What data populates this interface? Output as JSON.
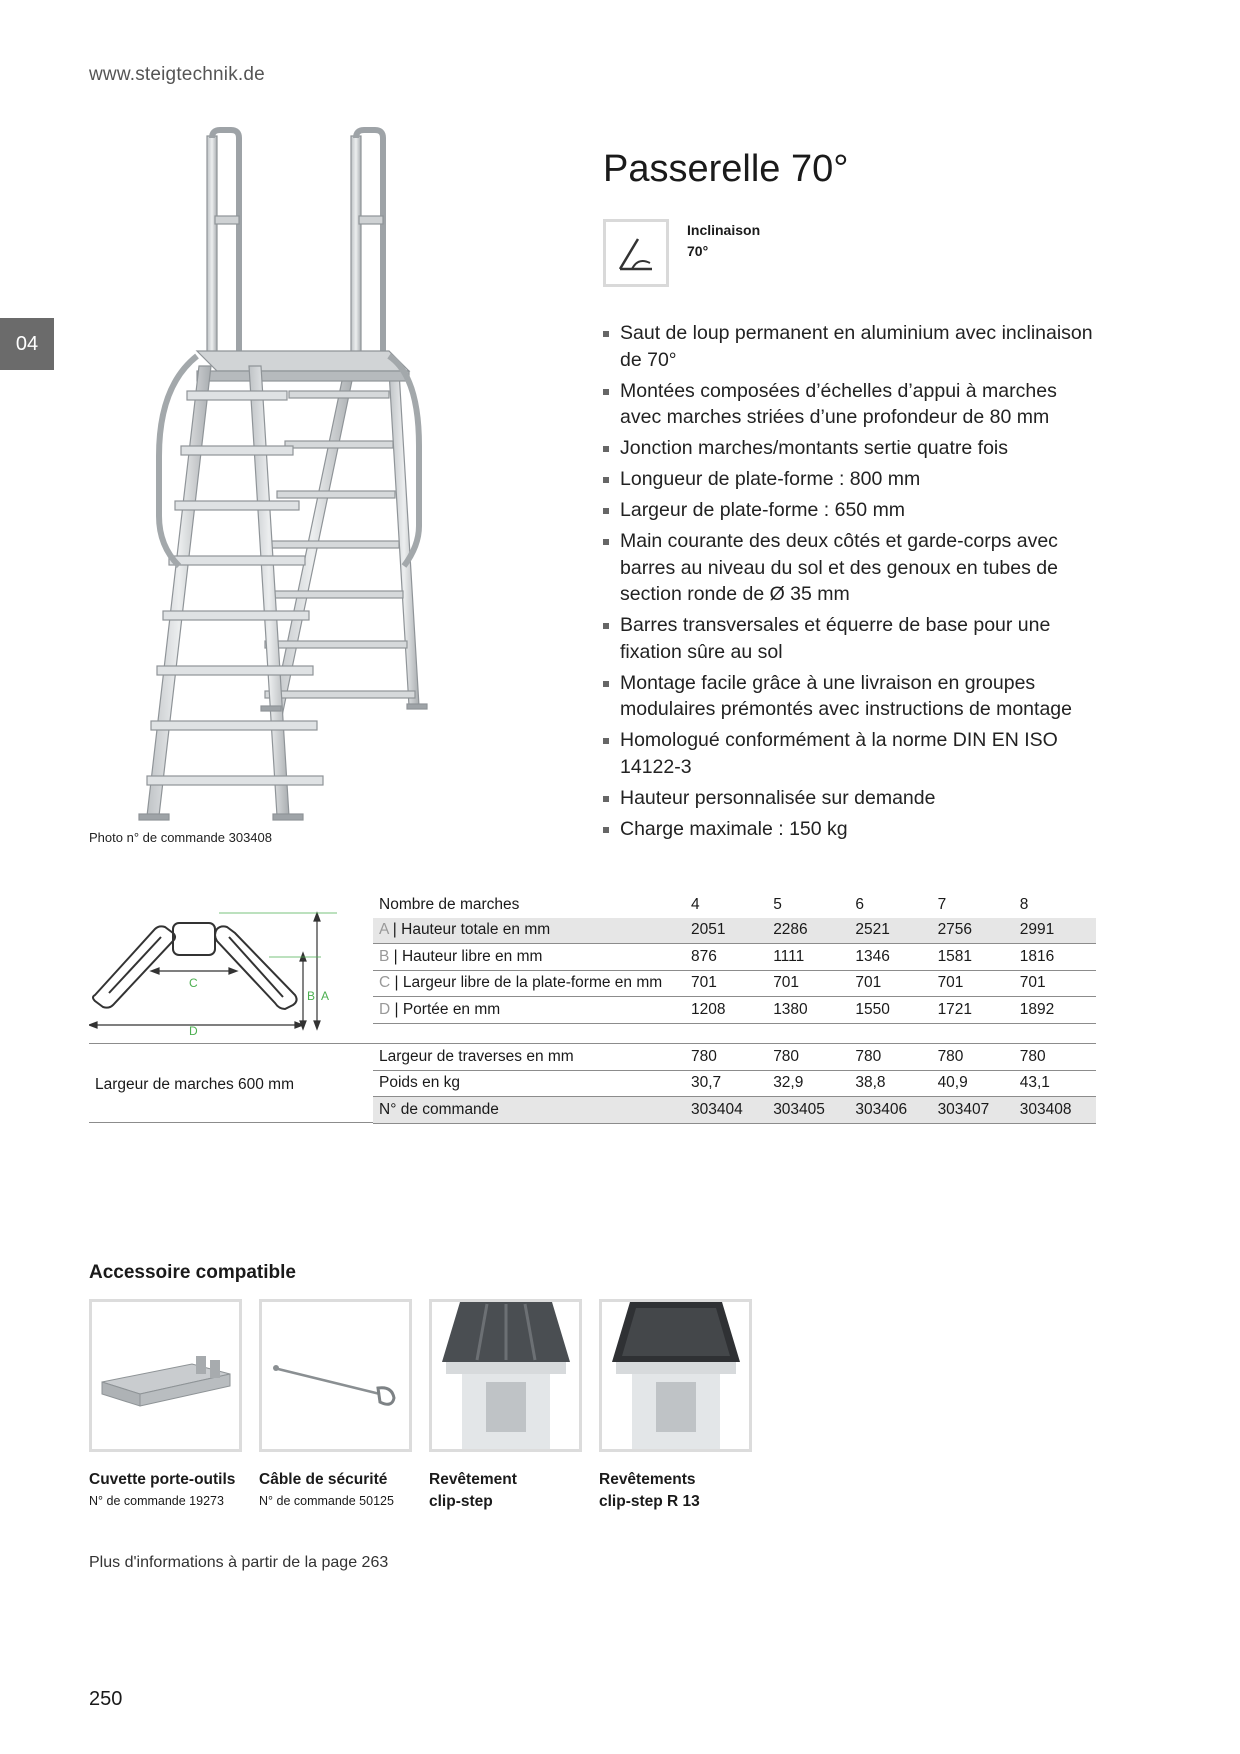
{
  "header": {
    "url": "www.steigtechnik.de",
    "section_tab": "04"
  },
  "photo": {
    "caption": "Photo n° de commande 303408"
  },
  "product": {
    "title": "Passerelle 70°",
    "inclination_label": "Inclinaison",
    "inclination_value": "70°",
    "features": [
      "Saut de loup permanent en aluminium avec inclinaison de 70°",
      "Montées composées d’échelles d’appui à marches avec marches striées d’une profondeur de 80 mm",
      "Jonction marches/montants sertie quatre fois",
      "Longueur de plate-forme : 800 mm",
      "Largeur de plate-forme : 650 mm",
      "Main courante des deux côtés et garde-corps avec barres au niveau du sol et des genoux en tubes de section ronde de Ø 35 mm",
      "Barres transversales et équerre de base pour une fixation sûre au sol",
      "Montage facile grâce à une livraison en groupes modulaires prémontés avec instructions de montage",
      "Homologué conformément à la norme DIN EN ISO 14122-3",
      "Hauteur personnalisée sur demande",
      "Charge maximale : 150 kg"
    ]
  },
  "diagram": {
    "labels": {
      "a": "A",
      "b": "B",
      "c": "C",
      "d": "D"
    }
  },
  "table": {
    "header": {
      "label": "Nombre de marches",
      "values": [
        "4",
        "5",
        "6",
        "7",
        "8"
      ]
    },
    "rows": [
      {
        "letter": "A",
        "label": " | Hauteur totale en mm",
        "values": [
          "2051",
          "2286",
          "2521",
          "2756",
          "2991"
        ]
      },
      {
        "letter": "B",
        "label": " | Hauteur libre en mm",
        "values": [
          "876",
          "1111",
          "1346",
          "1581",
          "1816"
        ]
      },
      {
        "letter": "C",
        "label": " | Largeur libre de la plate-forme en mm",
        "values": [
          "701",
          "701",
          "701",
          "701",
          "701"
        ]
      },
      {
        "letter": "D",
        "label": " | Portée en mm",
        "values": [
          "1208",
          "1380",
          "1550",
          "1721",
          "1892"
        ]
      }
    ],
    "group_label": "Largeur de marches 600 mm",
    "rows2": [
      {
        "label": "Largeur de traverses en mm",
        "values": [
          "780",
          "780",
          "780",
          "780",
          "780"
        ]
      },
      {
        "label": "Poids en kg",
        "values": [
          "30,7",
          "32,9",
          "38,8",
          "40,9",
          "43,1"
        ]
      },
      {
        "label": "N° de commande",
        "values": [
          "303404",
          "303405",
          "303406",
          "303407",
          "303408"
        ]
      }
    ]
  },
  "accessories": {
    "title": "Accessoire compatible",
    "items": [
      {
        "name": "Cuvette porte-outils",
        "order": "N° de commande 19273"
      },
      {
        "name": "Câble de sécurité",
        "order": "N° de commande 50125"
      },
      {
        "name": "Revêtement",
        "name2": "clip-step"
      },
      {
        "name": "Revêtements",
        "name2": "clip-step R 13"
      }
    ]
  },
  "footer": {
    "more_info": "Plus d'informations à partir de la page 263",
    "page_number": "250"
  }
}
